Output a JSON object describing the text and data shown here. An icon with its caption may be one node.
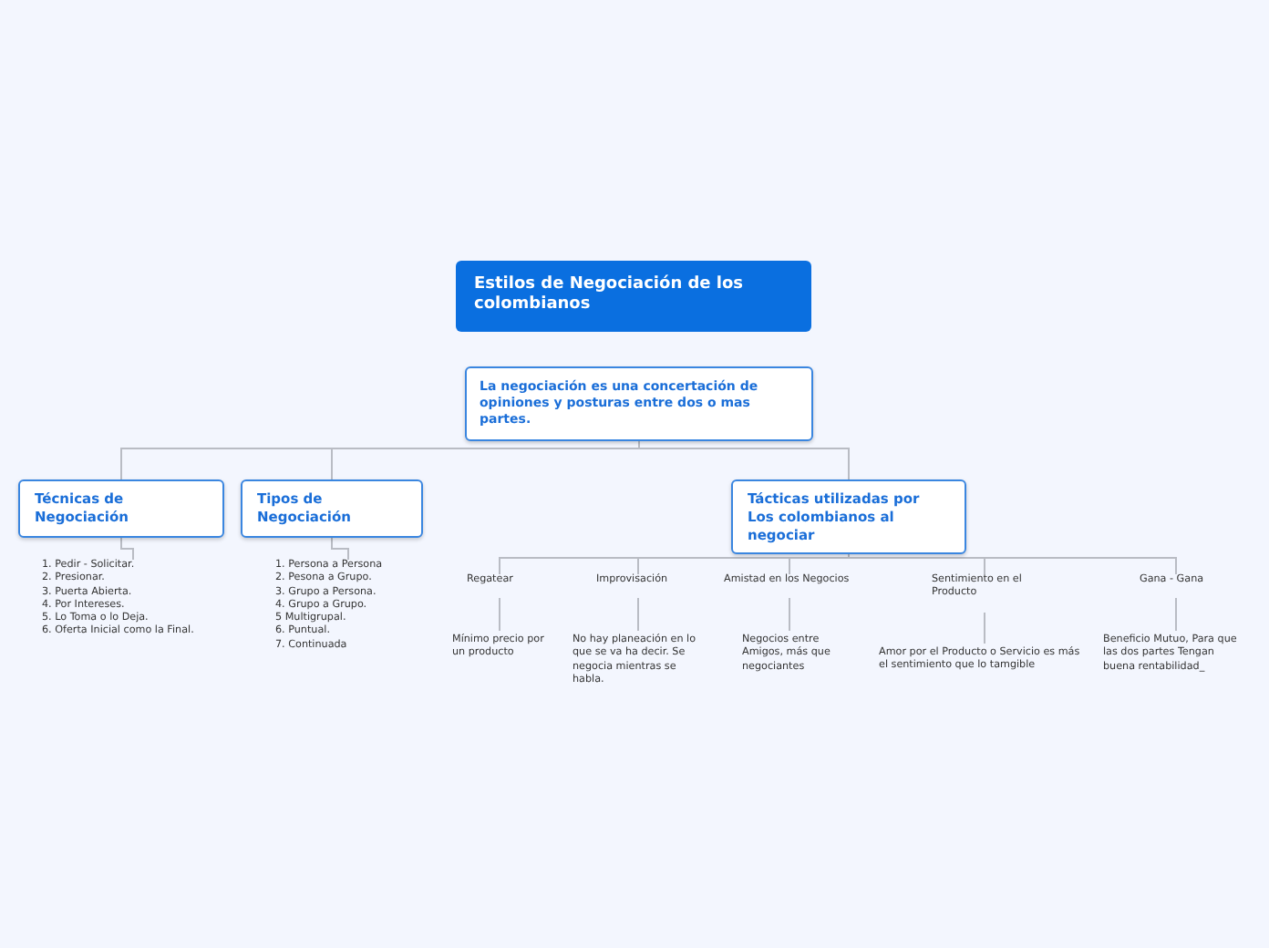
{
  "diagram": {
    "nodes": [
      {
        "text": [
          "Estilos de Negociación de los colombianos"
        ]
      },
      {
        "text": [
          "La negociación es una concertación de opiniones y posturas entre dos o mas partes."
        ]
      },
      {
        "text": [
          "Técnicas de Negociación"
        ]
      },
      {
        "text": [
          "Tipos de Negociación"
        ]
      },
      {
        "text": [
          "Tácticas utilizadas por Los colombianos al negociar"
        ]
      },
      {
        "text": [
          "1. Pedir - Solicitar.",
          "2. Presionar.",
          "3. Puerta Abierta.",
          "4. Por Intereses.",
          "5. Lo Toma o lo Deja.",
          "6. Oferta Inicial como la Final."
        ]
      },
      {
        "text": [
          "1. Persona a Persona",
          "2. Pesona a Grupo.",
          "3. Grupo a Persona.",
          "4. Grupo a Grupo.",
          "5 Multigrupal.",
          "6. Puntual.",
          "7. Continuada"
        ]
      },
      {
        "text": [
          "Regatear"
        ]
      },
      {
        "text": [
          "Improvisación"
        ]
      },
      {
        "text": [
          "Amistad en los Negocios"
        ]
      },
      {
        "text": [
          "Sentimiento en el Producto"
        ]
      },
      {
        "text": [
          "Gana - Gana"
        ]
      },
      {
        "text": [
          "Mínimo precio por un producto"
        ]
      },
      {
        "text": [
          "No hay planeación en lo que se va ha decir. Se negocia mientras se habla."
        ]
      },
      {
        "text": [
          "Negocios entre Amigos, más que negociantes"
        ]
      },
      {
        "text": [
          "Amor por el Producto o Servicio es más el sentimiento que lo tamgible"
        ]
      },
      {
        "text": [
          "Beneficio Mutuo, Para que las dos partes Tengan buena rentabilidad_"
        ]
      }
    ],
    "edges": [
      {
        "from": 1,
        "to": 2,
        "arrow": "none"
      },
      {
        "from": 1,
        "to": 3,
        "arrow": "none"
      },
      {
        "from": 1,
        "to": 4,
        "arrow": "none"
      },
      {
        "from": 2,
        "to": 5,
        "arrow": "none"
      },
      {
        "from": 3,
        "to": 6,
        "arrow": "none"
      },
      {
        "from": 4,
        "to": 7,
        "arrow": "none"
      },
      {
        "from": 4,
        "to": 8,
        "arrow": "none"
      },
      {
        "from": 4,
        "to": 9,
        "arrow": "none"
      },
      {
        "from": 4,
        "to": 10,
        "arrow": "none"
      },
      {
        "from": 4,
        "to": 11,
        "arrow": "none"
      },
      {
        "from": 7,
        "to": 12,
        "arrow": "none"
      },
      {
        "from": 8,
        "to": 13,
        "arrow": "none"
      },
      {
        "from": 9,
        "to": 14,
        "arrow": "none"
      },
      {
        "from": 10,
        "to": 15,
        "arrow": "none"
      },
      {
        "from": 11,
        "to": 16,
        "arrow": "none"
      }
    ]
  }
}
